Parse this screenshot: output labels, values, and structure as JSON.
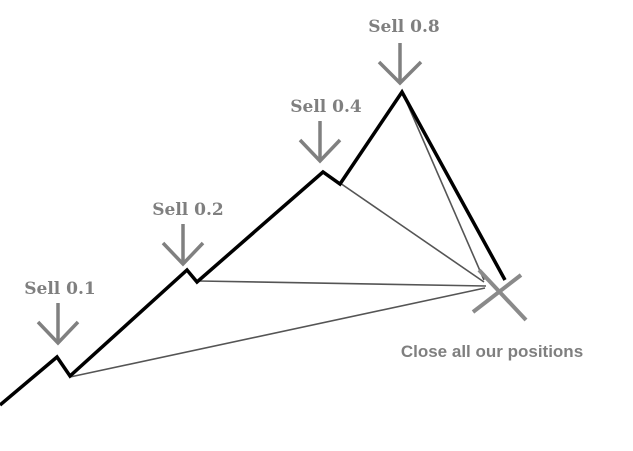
{
  "labels": {
    "sell_1": "Sell 0.1",
    "sell_2": "Sell 0.2",
    "sell_3": "Sell 0.4",
    "sell_4": "Sell 0.8",
    "close": "Close all our positions"
  },
  "colors": {
    "price_line": "#000000",
    "arrows": "#7f7f7f",
    "connector_lines": "#555555",
    "text": "#7f7f7f"
  }
}
